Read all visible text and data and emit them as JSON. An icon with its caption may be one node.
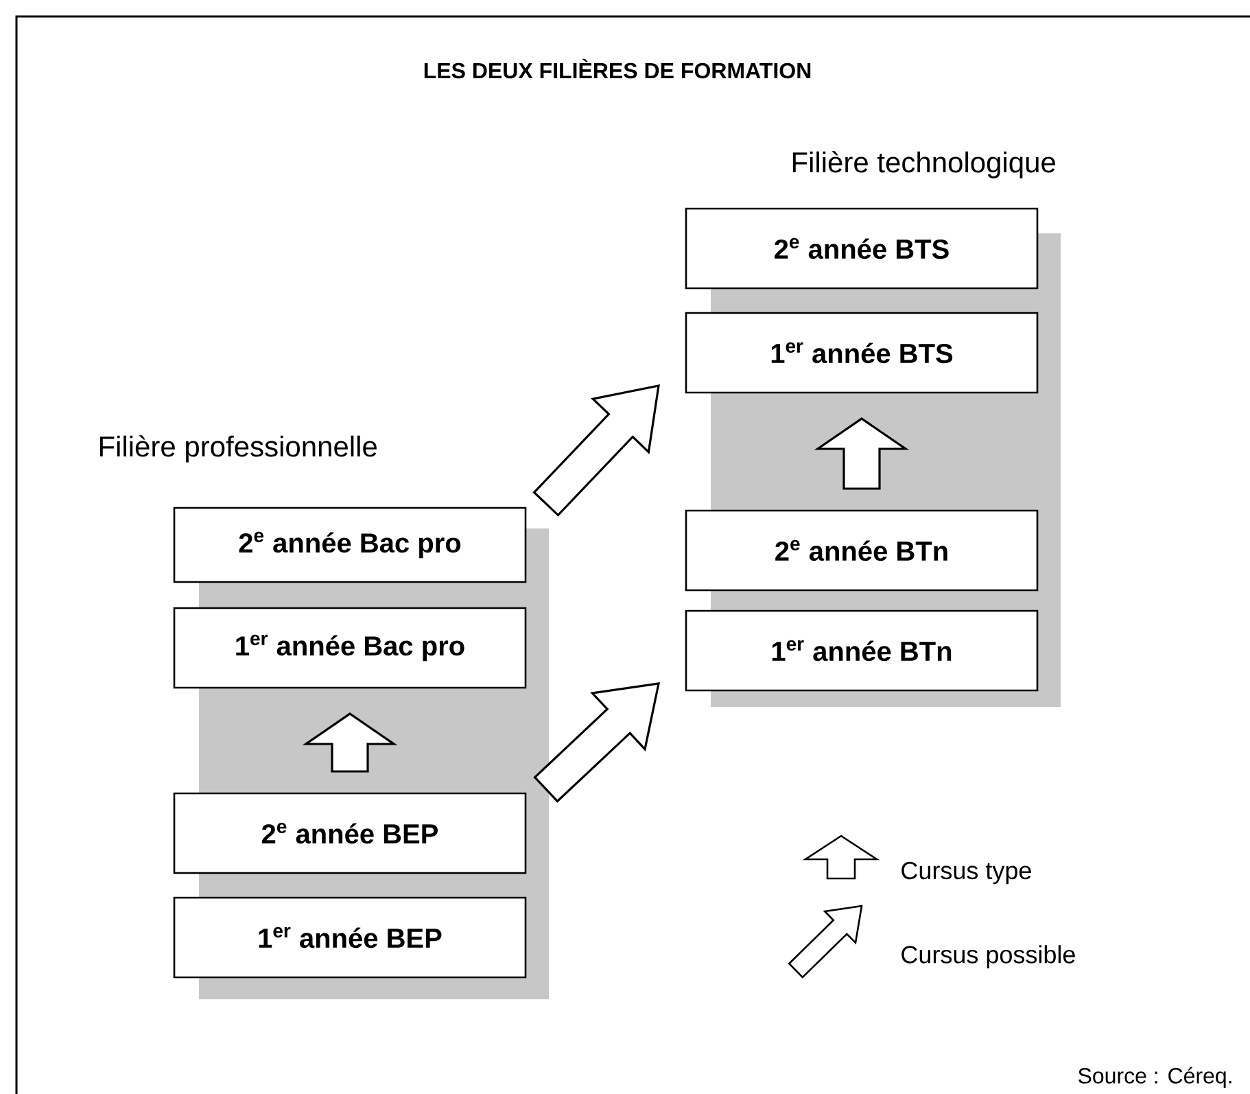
{
  "diagram": {
    "title": "LES DEUX FILIÈRES DE FORMATION",
    "nodes": [
      {
        "text": [
          "2$^{e}$ année Bac pro"
        ]
      },
      {
        "text": [
          "1$^{er}$ année Bac pro"
        ]
      },
      {
        "text": [
          "2$^{e}$ année BEP"
        ]
      },
      {
        "text": [
          "1$^{er}$ année BEP"
        ]
      },
      {
        "text": [
          "2$^{e}$ année BTS"
        ]
      },
      {
        "text": [
          "1$^{er}$ année BTS"
        ]
      },
      {
        "text": [
          "2$^{e}$ année BTn"
        ]
      },
      {
        "text": [
          "1$^{er}$ année BTn"
        ]
      }
    ],
    "edges": [
      {
        "from": 2,
        "to": 1,
        "arrow": "to"
      },
      {
        "from": 0,
        "to": 5,
        "arrow": "to"
      },
      {
        "from": 2,
        "to": 7,
        "arrow": "to"
      },
      {
        "from": 6,
        "to": 5,
        "arrow": "to"
      }
    ],
    "labels": [
      "Filière technologique",
      "Filière professionnelle",
      "Source : Céreq."
    ],
    "legend": [
      {
        "text": "Cursus type"
      },
      {
        "text": "Cursus possible"
      }
    ]
  }
}
